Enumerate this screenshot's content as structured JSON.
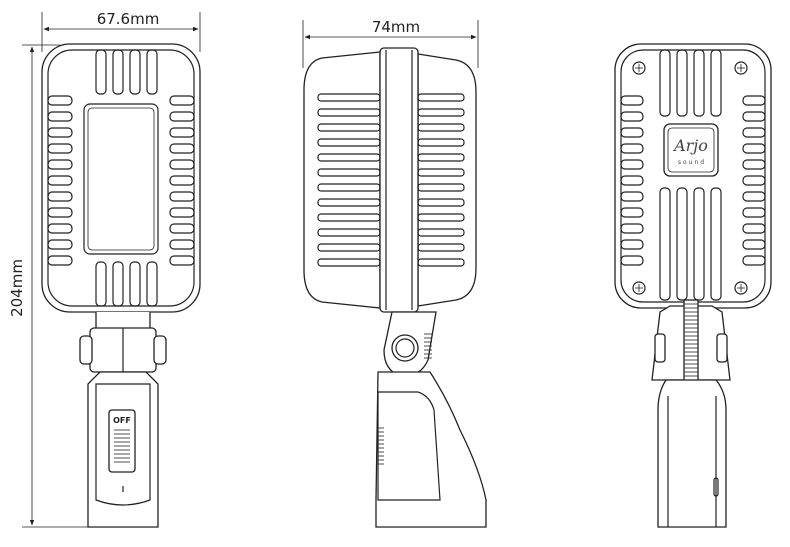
{
  "dimensions": {
    "front_width": "67.6mm",
    "side_depth": "74mm",
    "height": "204mm"
  },
  "switch_label": "OFF",
  "logo": {
    "script": "Arjo",
    "subtext": "sound"
  },
  "colors": {
    "stroke": "#222222",
    "background": "#ffffff"
  }
}
